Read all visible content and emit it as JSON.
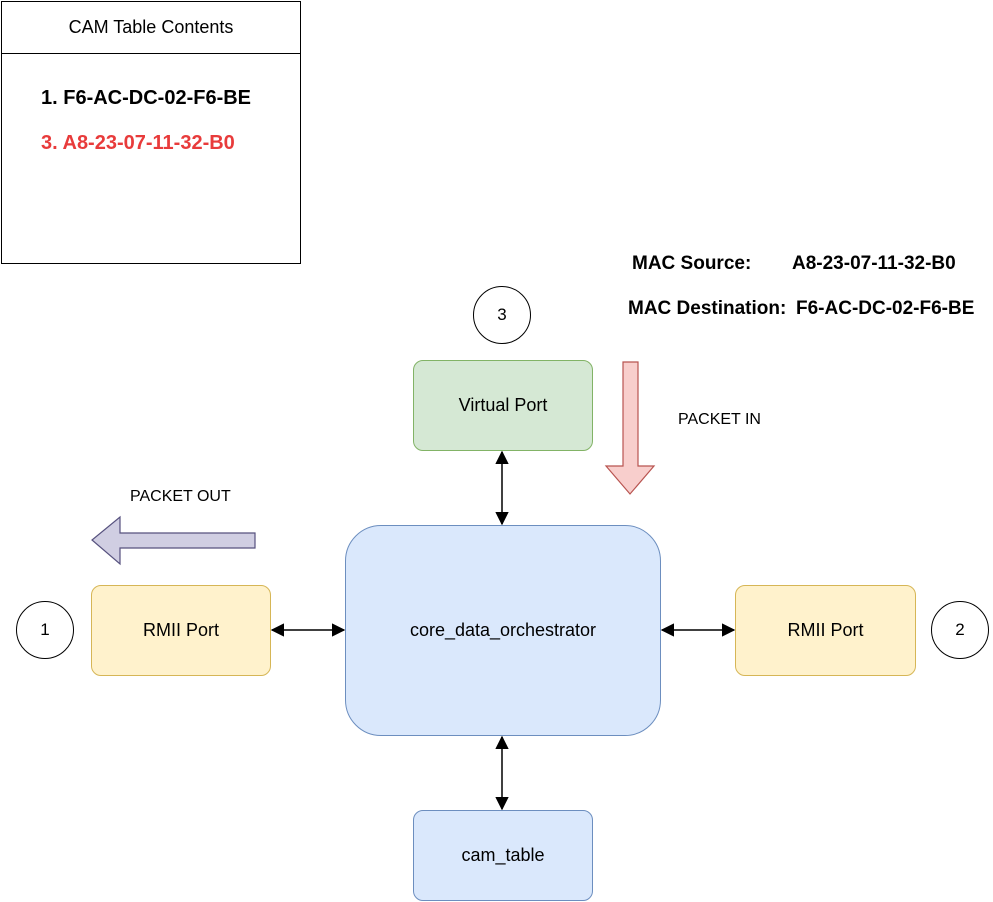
{
  "cam_table": {
    "title": "CAM Table Contents",
    "entries": [
      {
        "text": "1. F6-AC-DC-02-F6-BE",
        "color": "#000000"
      },
      {
        "text": "3. A8-23-07-11-32-B0",
        "color": "#e83b3b"
      }
    ]
  },
  "packet_info": {
    "source_label": "MAC Source:",
    "source_value": "A8-23-07-11-32-B0",
    "destination_label": "MAC Destination:",
    "destination_value": "F6-AC-DC-02-F6-BE"
  },
  "nodes": {
    "virtual_port": "Virtual Port",
    "rmii_port_left": "RMII Port",
    "rmii_port_right": "RMII Port",
    "core": "core_data_orchestrator",
    "cam_table": "cam_table"
  },
  "port_numbers": {
    "left": "1",
    "right": "2",
    "top": "3"
  },
  "flow_labels": {
    "packet_in": "PACKET IN",
    "packet_out": "PACKET OUT"
  },
  "colors": {
    "packet_in_fill": "#f8cecc",
    "packet_in_stroke": "#b85450",
    "packet_out_fill": "#d0cee2",
    "packet_out_stroke": "#56517e"
  }
}
